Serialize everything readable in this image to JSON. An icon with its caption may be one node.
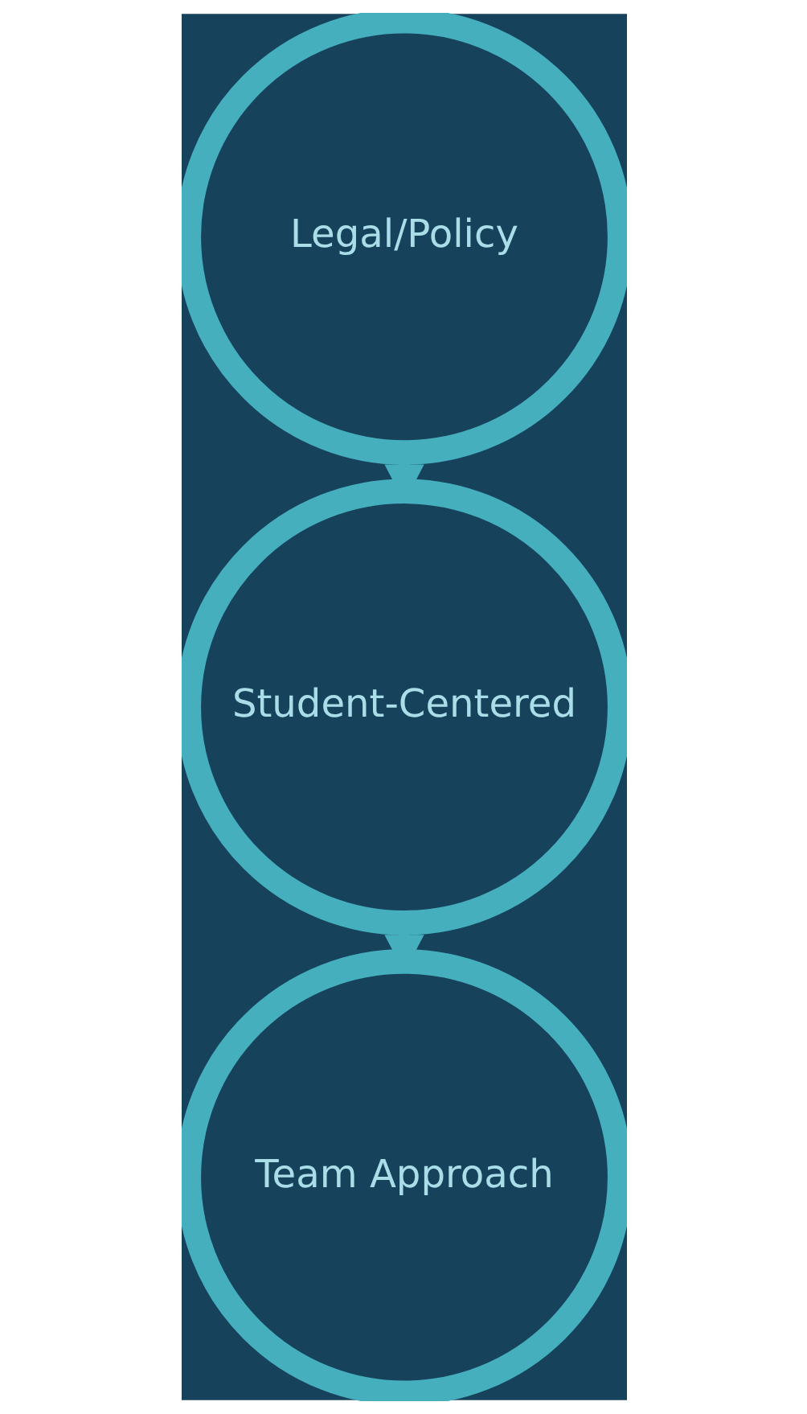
{
  "diagram": {
    "nodes": [
      {
        "text": [
          "Legal/Policy"
        ]
      },
      {
        "text": [
          "Student-Centered"
        ]
      },
      {
        "text": [
          "Team Approach"
        ]
      }
    ],
    "edges": [
      {
        "from": 0,
        "to": 1,
        "arrow": "to"
      },
      {
        "from": 1,
        "to": 2,
        "arrow": "to"
      }
    ]
  }
}
